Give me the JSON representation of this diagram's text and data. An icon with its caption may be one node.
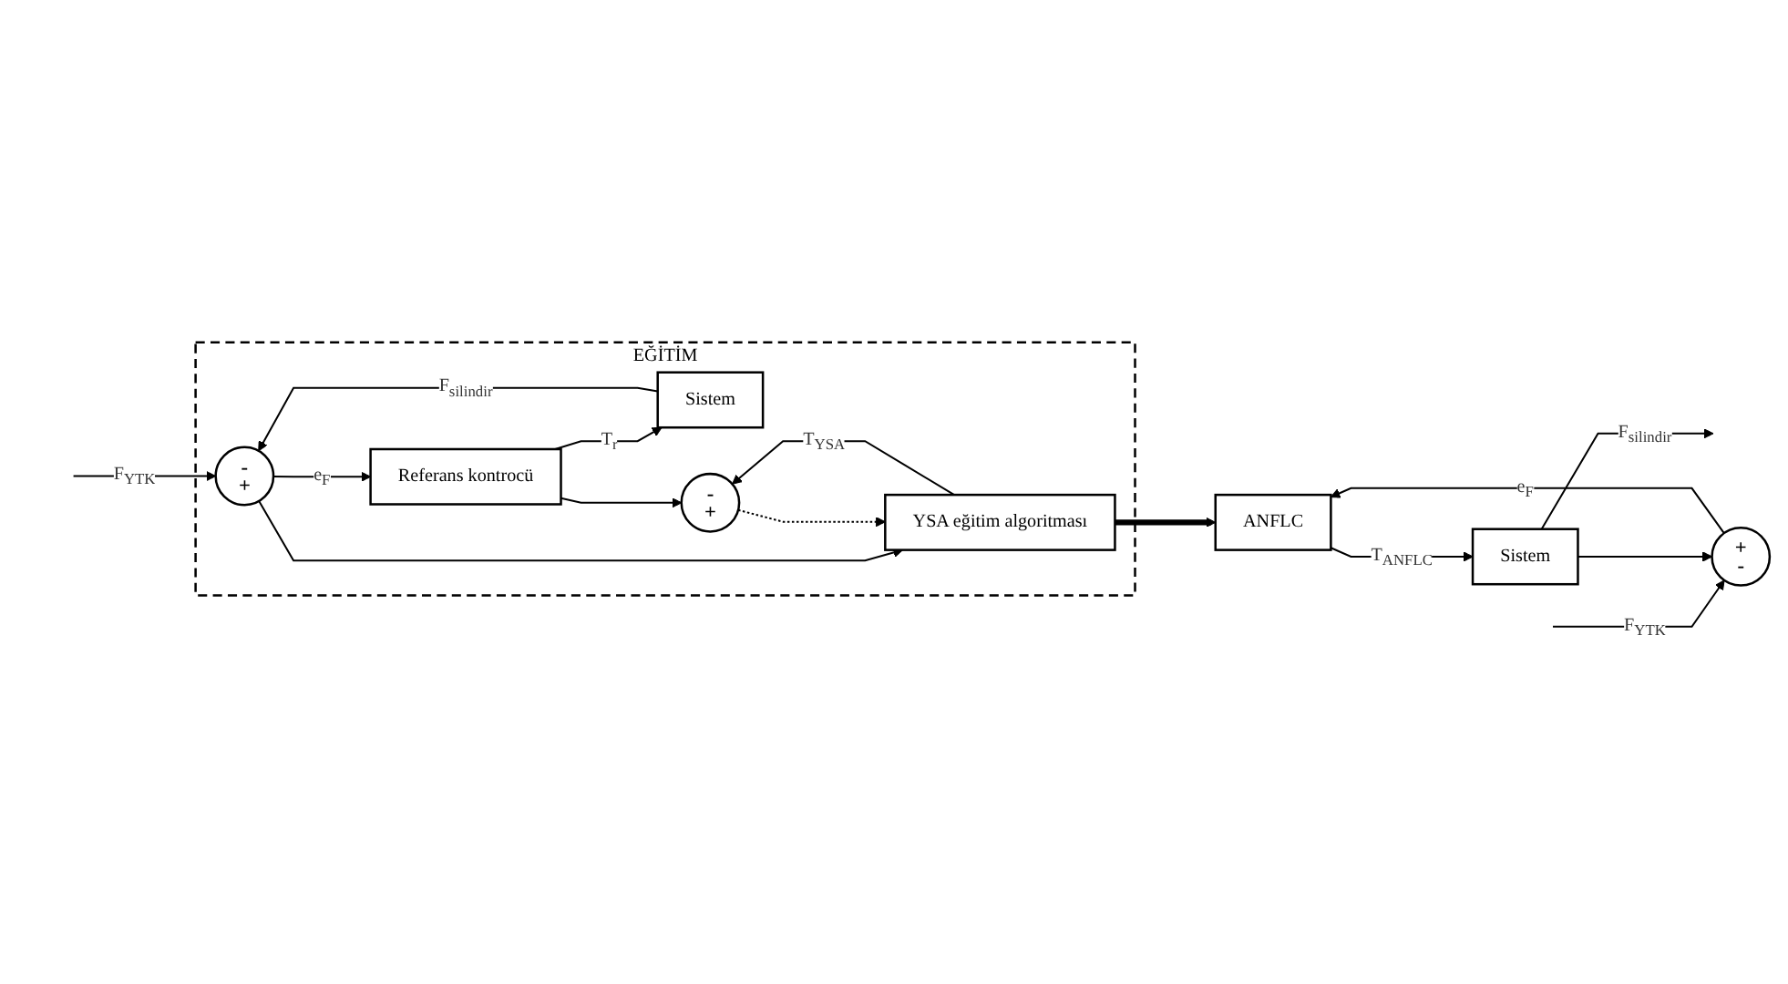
{
  "diagram": {
    "nodes": [
      {
        "text": [
          "EĞİTİM"
        ]
      },
      {
        "text": [
          "-",
          "+"
        ],
        "in": 0
      },
      {
        "text": [
          "Referans kontrocü"
        ],
        "in": 0
      },
      {
        "text": [
          "Sistem"
        ],
        "in": 0
      },
      {
        "text": [
          "-",
          "+"
        ],
        "in": 0
      },
      {
        "text": [
          "YSA eğitim algoritması"
        ],
        "in": 0
      },
      {
        "text": [
          "+",
          "-"
        ]
      },
      {
        "text": [
          "ANFLC"
        ]
      },
      {
        "text": [
          "Sistem"
        ]
      }
    ],
    "edges": [
      {
        "from": null,
        "to": 1,
        "arrow": "to",
        "label": "F$_{YTK}$"
      },
      {
        "from": 1,
        "to": 2,
        "arrow": "to",
        "label": "e$_{F}$"
      },
      {
        "from": 2,
        "to": 3,
        "arrow": "to",
        "label": "T$_{r}$"
      },
      {
        "from": 3,
        "to": 1,
        "arrow": "to",
        "label": "F$_{silindir}$"
      },
      {
        "from": 2,
        "to": 4,
        "arrow": "to"
      },
      {
        "from": 1,
        "to": 5,
        "arrow": "to"
      },
      {
        "from": 5,
        "to": 4,
        "arrow": "to",
        "label": "T$_{YSA}$"
      },
      {
        "from": 4,
        "to": 5,
        "arrow": "to",
        "style": "dashed"
      },
      {
        "from": 5,
        "to": 7,
        "arrow": "to",
        "style": "thick"
      },
      {
        "from": null,
        "to": 6,
        "arrow": "to",
        "label": "F$_{YTK}$"
      },
      {
        "from": 6,
        "to": 7,
        "arrow": "to",
        "label": "e$_{F}$"
      },
      {
        "from": 7,
        "to": 8,
        "arrow": "to",
        "label": "T$_{ANFLC}$"
      },
      {
        "from": 8,
        "to": null,
        "arrow": "to",
        "label": "F$_{silindir}$"
      },
      {
        "from": 8,
        "to": 6,
        "arrow": "to"
      }
    ]
  }
}
